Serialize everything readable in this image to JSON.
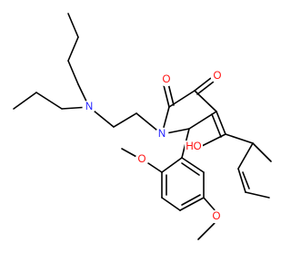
{
  "molecule": {
    "atom_labels": {
      "N_amine": "N",
      "N_ring": "N",
      "O_ketone_1": "O",
      "O_ketone_2": "O",
      "OH": "HO",
      "O_methoxy_1": "O",
      "O_methoxy_2": "O"
    },
    "colors": {
      "carbon_bond": "#000000",
      "nitrogen": "#1a1aff",
      "oxygen": "#ff0d0d",
      "background": "#ffffff"
    }
  }
}
